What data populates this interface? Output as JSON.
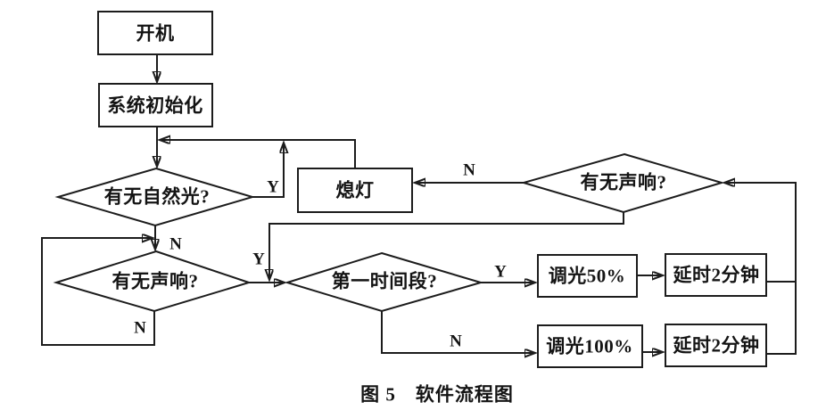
{
  "colors": {
    "line": "#1c1c1c",
    "background": "#ffffff",
    "text": "#141414"
  },
  "figure": {
    "caption": "图 5　软件流程图"
  },
  "flowchart": {
    "nodes": {
      "power_on": {
        "label": "开机",
        "shape": "rect"
      },
      "system_init": {
        "label": "系统初始化",
        "shape": "rect"
      },
      "natural_light": {
        "label": "有无自然光?",
        "shape": "diamond"
      },
      "lights_off": {
        "label": "熄灯",
        "shape": "rect"
      },
      "sound_check_left": {
        "label": "有无声响?",
        "shape": "diamond"
      },
      "first_period": {
        "label": "第一时间段?",
        "shape": "diamond"
      },
      "sound_check_right": {
        "label": "有无声响?",
        "shape": "diamond"
      },
      "dim_50": {
        "label": "调光50%",
        "shape": "rect"
      },
      "delay_2min_top": {
        "label": "延时2分钟",
        "shape": "rect"
      },
      "dim_100": {
        "label": "调光100%",
        "shape": "rect"
      },
      "delay_2min_bottom": {
        "label": "延时2分钟",
        "shape": "rect"
      }
    },
    "branches": {
      "natural_light_yes": "Y",
      "natural_light_no": "N",
      "sound_left_yes": "Y",
      "sound_left_no": "N",
      "first_period_yes": "Y",
      "first_period_no": "N",
      "sound_right_no": "N"
    },
    "edges": [
      {
        "from": "power_on",
        "to": "system_init",
        "label": ""
      },
      {
        "from": "system_init",
        "to": "natural_light",
        "label": ""
      },
      {
        "from": "natural_light",
        "to": "natural_light",
        "label": "Y"
      },
      {
        "from": "natural_light",
        "to": "sound_check_left",
        "label": "N"
      },
      {
        "from": "sound_check_left",
        "to": "sound_check_left",
        "label": "N"
      },
      {
        "from": "sound_check_left",
        "to": "first_period",
        "label": "Y"
      },
      {
        "from": "first_period",
        "to": "dim_50",
        "label": "Y"
      },
      {
        "from": "dim_50",
        "to": "delay_2min_top",
        "label": ""
      },
      {
        "from": "first_period",
        "to": "dim_100",
        "label": "N"
      },
      {
        "from": "dim_100",
        "to": "delay_2min_bottom",
        "label": ""
      },
      {
        "from": "delay_2min_top",
        "to": "sound_check_right",
        "label": ""
      },
      {
        "from": "delay_2min_bottom",
        "to": "sound_check_right",
        "label": ""
      },
      {
        "from": "sound_check_right",
        "to": "lights_off",
        "label": "N"
      },
      {
        "from": "sound_check_right",
        "to": "first_period",
        "label": ""
      },
      {
        "from": "lights_off",
        "to": "natural_light",
        "label": ""
      }
    ]
  }
}
